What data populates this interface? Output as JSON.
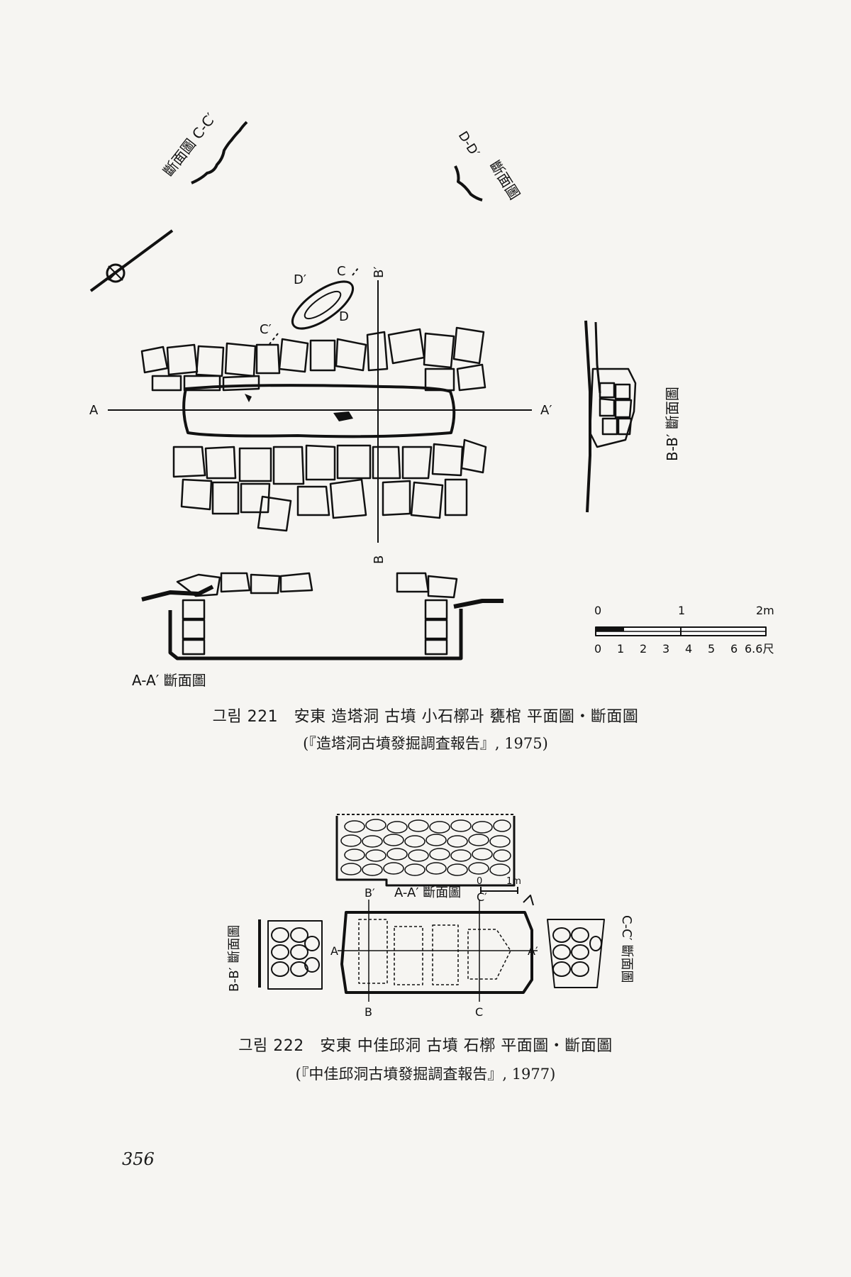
{
  "figure221": {
    "section_cc": "斷面圖 C-C′",
    "section_dd_label": "D-D′",
    "section_dd_word": "斷面圖",
    "section_bb": "B-B′ 斷面圖",
    "section_aa": "A-A′ 斷面圖",
    "marks": {
      "A": "A",
      "A_prime": "A′",
      "B": "B",
      "B_prime": "B′",
      "C": "C",
      "C_prime": "C′",
      "D": "D",
      "D_prime": "D′"
    },
    "scale_top": [
      "0",
      "1",
      "2m"
    ],
    "scale_bottom": [
      "0",
      "1",
      "2",
      "3",
      "4",
      "5",
      "6",
      "6.6尺"
    ],
    "caption_label": "그림 221",
    "caption_text": "安東 造塔洞 古墳 小石槨과 甕棺 平面圖・斷面圖",
    "source": "(『造塔洞古墳發掘調査報告』, 1975)"
  },
  "figure222": {
    "section_aa": "A-A′ 斷面圖",
    "section_bb": "B-B′ 斷面圖",
    "section_cc": "C-C′ 斷面圖",
    "marks": {
      "A": "A",
      "A_prime": "A′",
      "B": "B",
      "B_prime": "B′",
      "C": "C",
      "C_prime": "C′"
    },
    "scale": [
      "0",
      "1m"
    ],
    "caption_label": "그림 222",
    "caption_text": "安東 中佳邱洞 古墳 石槨 平面圖・斷面圖",
    "source": "(『中佳邱洞古墳發掘調査報告』, 1977)"
  },
  "page_number": "356"
}
